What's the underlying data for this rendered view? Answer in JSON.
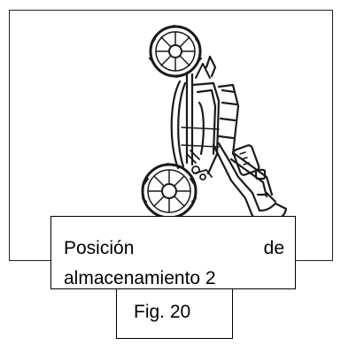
{
  "figure": {
    "caption": {
      "line1_left": "Posición",
      "line1_right": "de",
      "line2": "almacenamiento 2"
    },
    "label": "Fig. 20",
    "illustration_icon": "folded-stroller-storage-position-icon"
  }
}
